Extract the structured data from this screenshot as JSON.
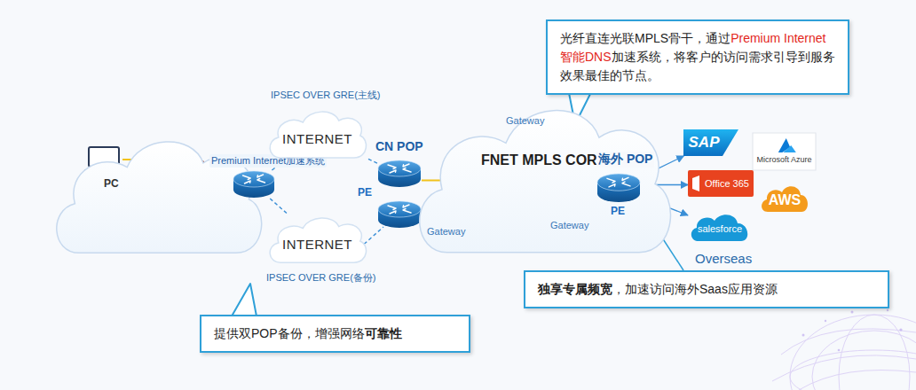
{
  "diagram": {
    "nodes": [
      {
        "text": [
          "PC"
        ]
      },
      {
        "text": [
          "Premium Internet加速系统"
        ]
      },
      {
        "text": [
          "INTERNET"
        ]
      },
      {
        "text": [
          "INTERNET"
        ]
      },
      {
        "text": [
          "FNET MPLS CORE"
        ]
      },
      {
        "text": [
          "CN POP",
          "PE"
        ]
      },
      {
        "text": [
          "海外 POP",
          "PE"
        ]
      },
      {
        "text": [
          "SAP"
        ]
      },
      {
        "text": [
          "Microsoft Azure"
        ]
      },
      {
        "text": [
          "Office 365"
        ]
      },
      {
        "text": [
          "AWS"
        ]
      },
      {
        "text": [
          "salesforce"
        ]
      },
      {
        "text": [
          "光纤直连光联MPLS骨干，通过",
          "Premium Internet 智能DNS",
          "加速系统，将客户的访问需求引导到服务效果最佳的节点。"
        ]
      },
      {
        "text": [
          "独享专属频宽",
          "，加速访问海外Saas应用资源"
        ]
      },
      {
        "text": [
          "提供双POP备份，增强网络",
          "可靠性"
        ]
      }
    ],
    "edges": [
      {
        "from": 1,
        "to": 2,
        "arrow": "none"
      },
      {
        "from": 1,
        "to": 3,
        "arrow": "none"
      },
      {
        "from": 2,
        "to": 5,
        "arrow": "none"
      },
      {
        "from": 5,
        "to": 6,
        "arrow": "none"
      },
      {
        "from": 6,
        "to": 7,
        "arrow": "to"
      },
      {
        "from": 6,
        "to": 9,
        "arrow": "to"
      },
      {
        "from": 6,
        "to": 11,
        "arrow": "to"
      }
    ],
    "labels": [
      "IPSEC OVER GRE(主线)",
      "IPSEC OVER GRE(备份)",
      "Gateway",
      "Gateway",
      "Gateway",
      "Overseas",
      "FNET"
    ]
  }
}
